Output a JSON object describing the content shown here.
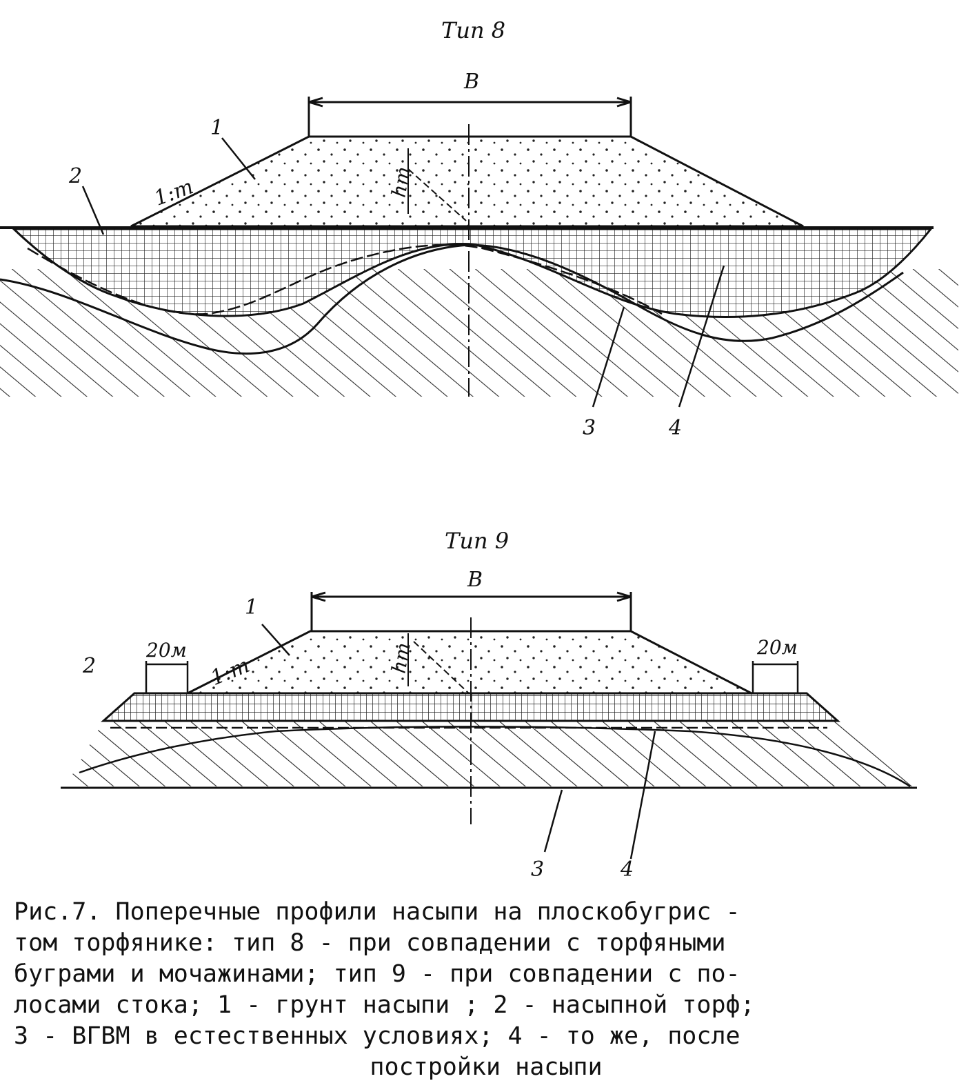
{
  "figure": {
    "type8": {
      "title": "Тип 8",
      "width_label": "В",
      "slope_label": "1:m",
      "height_label": "hт",
      "callouts": [
        "1",
        "2",
        "3",
        "4"
      ]
    },
    "type9": {
      "title": "Тип 9",
      "width_label": "В",
      "slope_label": "1:m",
      "height_label": "hт",
      "strip_left_label": "20м",
      "strip_right_label": "20м",
      "callouts": [
        "1",
        "2",
        "3",
        "4"
      ]
    }
  },
  "caption": {
    "lines": [
      "Рис.7. Поперечные профили насыпи на плоскобугрис -",
      "том торфянике: тип 8 - при совпадении с торфяными",
      "буграми и мочажинами; тип 9 - при совпадении с по-",
      "лосами стока; 1 - грунт насыпи ; 2 - насыпной торф;",
      "3 - ВГВМ в естественных условиях; 4 - то же, после",
      "постройки насыпи"
    ]
  }
}
